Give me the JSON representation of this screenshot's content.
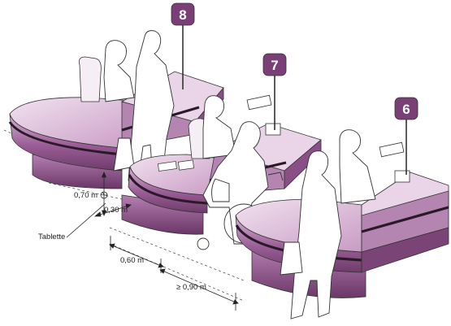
{
  "colors": {
    "counter_purple": "#8a4f86",
    "counter_light": "#cfa8cc",
    "counter_top": "#e8d2e6",
    "counter_dark": "#5e2f5b",
    "stripe": "#2a1a29",
    "sign": "#7b3f77",
    "line": "#222222"
  },
  "checkouts": [
    {
      "number": "8"
    },
    {
      "number": "7"
    },
    {
      "number": "6"
    }
  ],
  "dimensions": {
    "height_tablet": "0,70 m",
    "depth_tablet": "0,30 m",
    "tablet_label": "Tablette",
    "width_tablet": "0,60 m",
    "aisle_width": "≥ 0,90 m"
  }
}
